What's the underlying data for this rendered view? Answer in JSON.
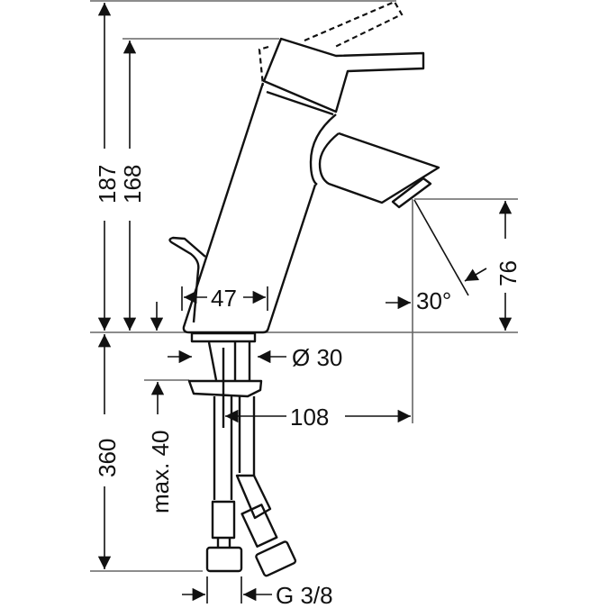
{
  "drawing": {
    "subject": "single-lever basin mixer with pop-up waste, technical dimension drawing",
    "stroke_color": "#111111",
    "dimension_line_color": "#555555",
    "background": "#ffffff"
  },
  "dimensions": {
    "overall_height": "187",
    "spout_height": "168",
    "spout_outlet_height": "76",
    "body_base_width": "47",
    "shank_diameter": "Ø 30",
    "spout_reach": "108",
    "angle": "30°",
    "max_countertop": "max. 40",
    "hose_length": "360",
    "connection_thread": "G 3/8"
  }
}
